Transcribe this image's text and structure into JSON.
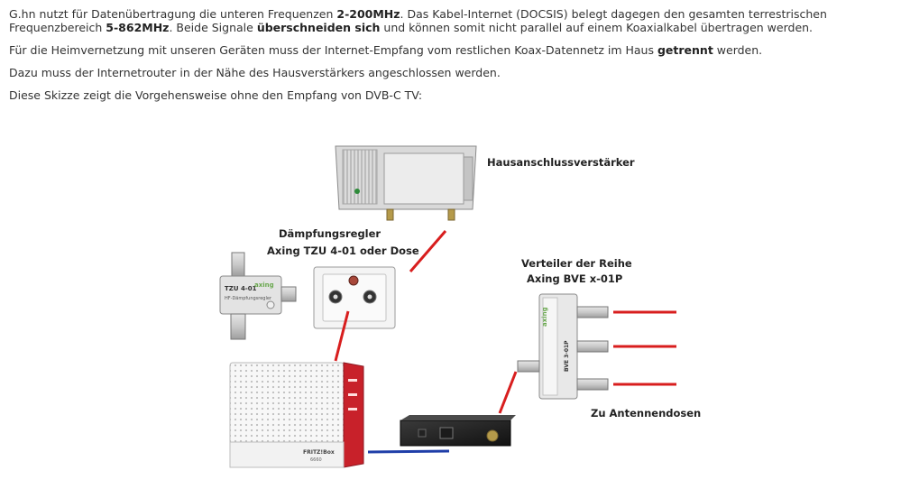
{
  "paragraphs": {
    "p1": {
      "a": "G.hn nutzt für Datenübertragung die unteren Frequenzen ",
      "b": "2-200MHz",
      "c": ". Das Kabel-Internet (DOCSIS) belegt dagegen den gesamten terrestrischen Frequenzbereich ",
      "d": "5-862MHz",
      "e": ". Beide Signale ",
      "f": "überschneiden sich",
      "g": " und können somit nicht parallel auf einem Koaxialkabel übertragen werden."
    },
    "p2": {
      "a": "Für die Heimvernetzung mit unseren Geräten muss der Internet-Empfang vom restlichen Koax-Datennetz im Haus ",
      "b": "getrennt",
      "c": " werden."
    },
    "p3": "Dazu muss der Internetrouter in der Nähe des Hausverstärkers angeschlossen werden.",
    "p4": "Diese Skizze zeigt die Vorgehensweise ohne den Empfang von DVB-C TV:"
  },
  "diagram": {
    "amplifier_label": "Hausanschlussverstärker",
    "attenuator_label_1": "Dämpfungsregler",
    "attenuator_label_2": "Axing TZU 4-01 oder Dose",
    "splitter_label_1": "Verteiler der Reihe",
    "splitter_label_2": "Axing BVE x-01P",
    "outlets_label": "Zu Antennendosen",
    "tzu_brand": "axing",
    "tzu_model": "TZU 4-01",
    "tzu_desc": "HF-Dämpfungsregler",
    "bve_brand": "axing",
    "bve_model": "BVE 3-01P",
    "router_brand": "FRITZ!Box",
    "router_model": "6660"
  },
  "colors": {
    "cable_red": "#d81e1e",
    "cable_blue": "#1f3ea8",
    "router_red": "#c8212a",
    "axing_green": "#6aa84f"
  }
}
